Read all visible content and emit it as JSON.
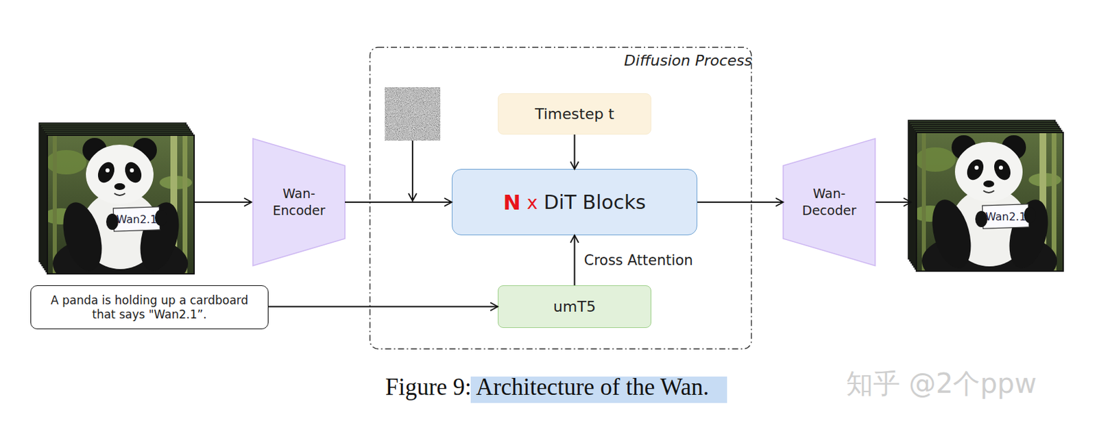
{
  "diagram": {
    "caption": "Figure 9: Architecture of the Wan.",
    "nodes": [
      {
        "text": [
          "Wan- Encoder"
        ]
      },
      {
        "text": [
          "Diffusion Process"
        ]
      },
      {
        "text": [
          "Timestep t"
        ],
        "in": 1
      },
      {
        "text": [
          "N",
          "x",
          "DiT Blocks"
        ],
        "in": 1
      },
      {
        "text": [
          "umT5"
        ],
        "in": 1
      },
      {
        "text": [
          "Wan- Decoder"
        ]
      },
      {
        "text": [
          "A panda is holding up a cardboard that says \"Wan2.1”."
        ]
      }
    ],
    "edges": [
      {
        "from": 0,
        "to": 3,
        "arrow": "to"
      },
      {
        "from": 2,
        "to": 3,
        "arrow": "to"
      },
      {
        "from": 4,
        "to": 3,
        "label": "Cross Attention",
        "arrow": "to"
      },
      {
        "from": 3,
        "to": 5,
        "arrow": "to"
      },
      {
        "from": 6,
        "to": 4,
        "arrow": "to"
      }
    ],
    "labels": [
      "Wan2.1",
      "Wan2.1",
      "知乎 @2个ppw"
    ]
  }
}
